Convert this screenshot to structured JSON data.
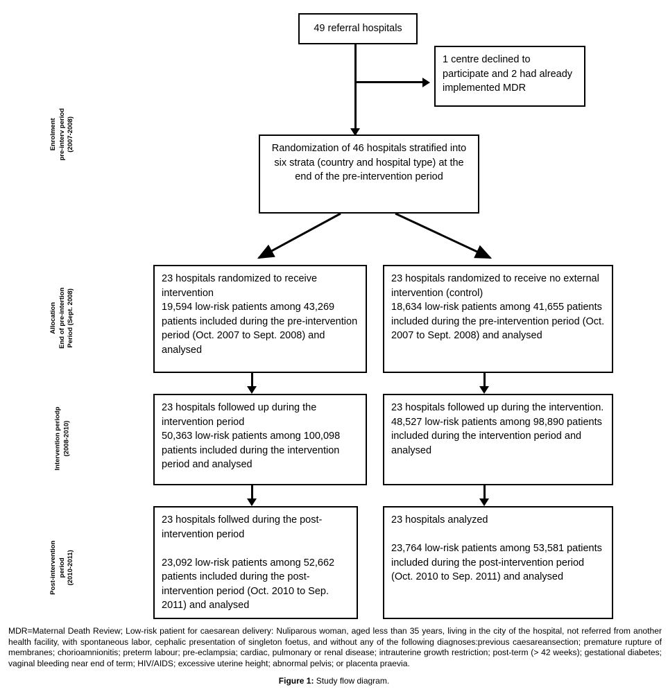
{
  "figure": {
    "caption_bold": "Figure 1:",
    "caption_rest": " Study flow diagram."
  },
  "stages": [
    {
      "id": "enrolment",
      "label": "Enrolment\npre-interv period\n(2007-2008)"
    },
    {
      "id": "allocation",
      "label": "Allocation\nEnd of pre-intertion\nPeriod (Sept. 2008)"
    },
    {
      "id": "intervention",
      "label": "Intervention periodp\n(2008-2010)"
    },
    {
      "id": "post-intervention",
      "label": "Post-intervention\nperiod\n(2010-2011)"
    }
  ],
  "nodes": {
    "referral_hospitals": "49 referral hospitals",
    "excluded": "1 centre declined to participate and 2 had already implemented MDR",
    "randomization": "Randomization of 46 hospitals stratified into six strata (country and hospital type) at the end of the pre-intervention period",
    "alloc_intervention": "23 hospitals randomized to receive intervention\n19,594 low-risk patients among 43,269 patients included during the pre-intervention period (Oct. 2007 to Sept. 2008) and analysed",
    "alloc_control": "23 hospitals randomized to receive no external intervention (control)\n18,634 low-risk patients among 41,655 patients included during the pre-intervention period (Oct. 2007 to Sept. 2008) and analysed",
    "interv_intervention": "23 hospitals followed up during the intervention period\n50,363  low-risk patients among 100,098 patients included during the intervention period and analysed",
    "interv_control": "23 hospitals followed up during the intervention.\n48,527  low-risk patients among 98,890 patients included during the intervention period and analysed",
    "post_intervention": "23 hospitals follwed during the post-intervention period\n\n23,092 low-risk patients among 52,662 patients included during the post-intervention period (Oct. 2010 to Sep. 2011) and analysed",
    "post_control": "23 hospitals analyzed\n\n23,764 low-risk patients among 53,581 patients included during the post-intervention period (Oct. 2010 to Sep. 2011) and analysed"
  },
  "footnote": "MDR=Maternal Death Review; Low-risk patient for caesarean delivery: Nuliparous woman, aged less than 35 years, living in the city of the hospital, not referred from another health facility, with spontaneous labor, cephalic presentation of singleton foetus, and without any of the following diagnoses:previous caesareansection; premature rupture of membranes; chorioamnionitis; preterm labour; pre-eclampsia; cardiac, pulmonary or renal disease; intrauterine growth restriction; post-term (> 42 weeks); gestational diabetes; vaginal bleeding near end of term; HIV/AIDS; excessive uterine height; abnormal pelvis; or placenta praevia.",
  "colors": {
    "line": "#000000",
    "box_border": "#000000",
    "background": "#ffffff",
    "text": "#000000"
  }
}
